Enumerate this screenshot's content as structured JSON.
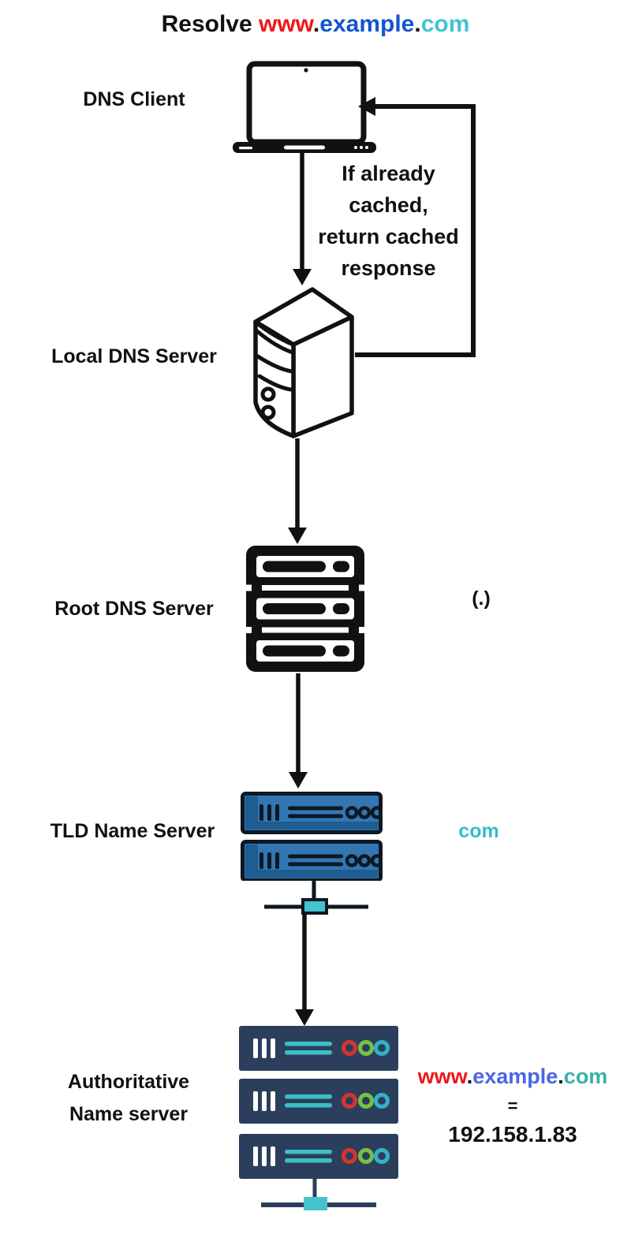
{
  "title": {
    "resolve": "Resolve ",
    "www": "www",
    "dot1": ".",
    "example": "example",
    "dot2": ".",
    "com": "com"
  },
  "client": {
    "label": "DNS Client"
  },
  "cached_note": {
    "line1": "If already",
    "line2": "cached,",
    "line3": "return cached",
    "line4": "response"
  },
  "local": {
    "label": "Local DNS Server"
  },
  "root": {
    "label": "Root DNS Server",
    "annotation": "(.)"
  },
  "tld": {
    "label": "TLD Name Server",
    "annotation": "com"
  },
  "auth": {
    "label_line1": "Authoritative",
    "label_line2": "Name server"
  },
  "result": {
    "www": "www",
    "dot1": ".",
    "example": "example",
    "dot2": ".",
    "com": "com",
    "equals": "=",
    "ip": "192.158.1.83"
  },
  "colors": {
    "text_black": "#111111",
    "www_red": "#f01515",
    "title_example_blue": "#1256cf",
    "title_com_teal": "#3fc4d4",
    "result_example_blue": "#4a66e0",
    "result_com_teal": "#38b2a9",
    "tld_annotation_teal": "#35bccd",
    "tld_rack_blue": "#3277b4",
    "tld_rack_blue_dark": "#1e5c92",
    "auth_rack_navy": "#2b3f5c",
    "rack_line_teal": "#3cbfc6",
    "hub_teal": "#44c3cf",
    "led_red": "#d6332f",
    "led_green": "#77c043",
    "led_teal": "#36b1c7"
  }
}
